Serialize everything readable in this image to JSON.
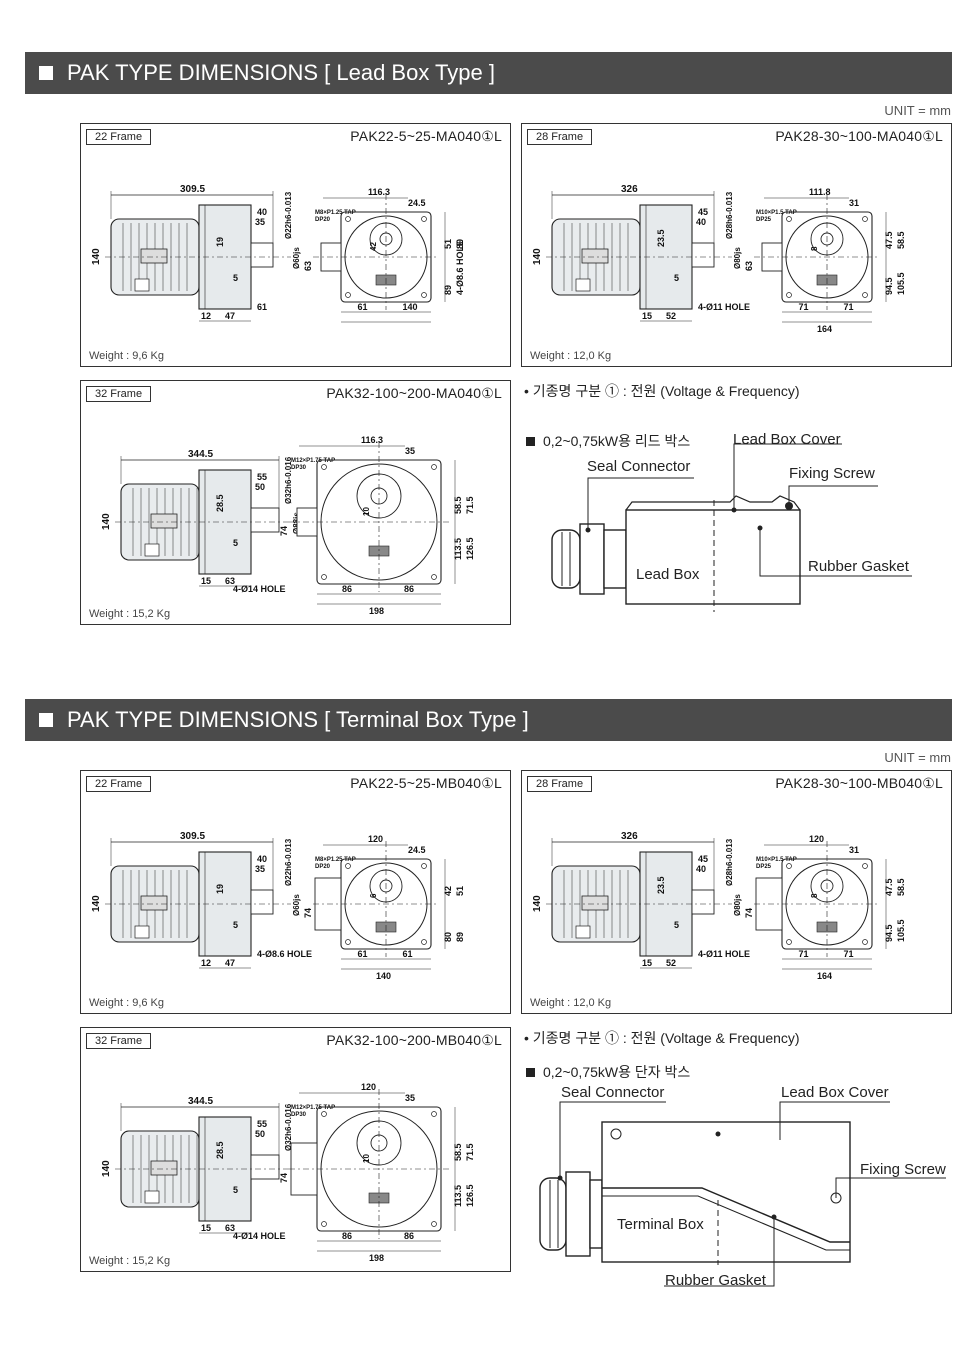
{
  "section1": {
    "title": "PAK TYPE DIMENSIONS [ Lead Box Type ]",
    "unit": "UNIT = mm"
  },
  "section2": {
    "title": "PAK TYPE DIMENSIONS [ Terminal Box Type ]",
    "unit": "UNIT = mm"
  },
  "frames": {
    "a22": {
      "badge": "22 Frame",
      "model": "PAK22-5~25-MA040①L",
      "weight": "Weight : 9,6 Kg",
      "dims": [
        "309.5",
        "40",
        "35",
        "Ø22h6-0.013",
        "19",
        "140",
        "Ø60js",
        "5",
        "12",
        "47",
        "116.3",
        "24.5",
        "M8×P1.25 TAP",
        "DP20",
        "63",
        "42",
        "51",
        "80",
        "89",
        "4-Ø8.6 HOLE",
        "61",
        "61",
        "140"
      ]
    },
    "a28": {
      "badge": "28 Frame",
      "model": "PAK28-30~100-MA040①L",
      "weight": "Weight : 12,0 Kg",
      "dims": [
        "326",
        "45",
        "40",
        "Ø28h6-0.013",
        "23.5",
        "140",
        "Ø80js",
        "5",
        "15",
        "52",
        "111.8",
        "31",
        "M10×P1.5 TAP",
        "DP25",
        "63",
        "8",
        "47.5",
        "58.5",
        "94.5",
        "105.5",
        "4-Ø11 HOLE",
        "71",
        "71",
        "164"
      ]
    },
    "a32": {
      "badge": "32 Frame",
      "model": "PAK32-100~200-MA040①L",
      "weight": "Weight : 15,2 Kg",
      "dims": [
        "344.5",
        "55",
        "50",
        "Ø32h6-0.016",
        "28.5",
        "140",
        "Ø88js",
        "5",
        "15",
        "63",
        "116.3",
        "35",
        "M12×P1.75 TAP",
        "DP30",
        "74",
        "10",
        "58.5",
        "71.5",
        "113.5",
        "126.5",
        "4-Ø14 HOLE",
        "86",
        "86",
        "198"
      ]
    },
    "b22": {
      "badge": "22 Frame",
      "model": "PAK22-5~25-MB040①L",
      "weight": "Weight : 9,6 Kg",
      "dims": [
        "309.5",
        "40",
        "35",
        "Ø22h6-0.013",
        "19",
        "140",
        "Ø60js",
        "5",
        "12",
        "47",
        "120",
        "24.5",
        "M8×P1.25 TAP",
        "DP20",
        "74",
        "6",
        "42",
        "51",
        "80",
        "89",
        "4-Ø8.6 HOLE",
        "61",
        "61",
        "140"
      ]
    },
    "b28": {
      "badge": "28 Frame",
      "model": "PAK28-30~100-MB040①L",
      "weight": "Weight : 12,0 Kg",
      "dims": [
        "326",
        "45",
        "40",
        "Ø28h6-0.013",
        "23.5",
        "140",
        "Ø80js",
        "5",
        "15",
        "52",
        "120",
        "31",
        "M10×P1.5 TAP",
        "DP25",
        "74",
        "8",
        "47.5",
        "58.5",
        "94.5",
        "105.5",
        "4-Ø11 HOLE",
        "71",
        "71",
        "164"
      ]
    },
    "b32": {
      "badge": "32 Frame",
      "model": "PAK32-100~200-MB040①L",
      "weight": "Weight : 15,2 Kg",
      "dims": [
        "344.5",
        "55",
        "50",
        "Ø32h6-0.016",
        "28.5",
        "140",
        "Ø88js",
        "5",
        "15",
        "63",
        "120",
        "35",
        "M12×P1.75 TAP",
        "DP30",
        "74",
        "10",
        "58.5",
        "71.5",
        "113.5",
        "126.5",
        "4-Ø14 HOLE",
        "86",
        "86",
        "198"
      ]
    }
  },
  "notes": {
    "model_note": "• 기종명 구분  ① : 전원 (Voltage & Frequency)",
    "lead_box": {
      "heading": "0,2~0,75kW용 리드 박스",
      "lead_box_cover": "Lead Box Cover",
      "seal_connector": "Seal Connector",
      "fixing_screw": "Fixing Screw",
      "lead_box": "Lead Box",
      "rubber_gasket": "Rubber Gasket"
    },
    "terminal_box": {
      "heading": "0,2~0,75kW용 단자 박스",
      "seal_connector": "Seal Connector",
      "lead_box_cover": "Lead Box Cover",
      "fixing_screw": "Fixing Screw",
      "terminal_box": "Terminal Box",
      "rubber_gasket": "Rubber Gasket"
    }
  }
}
